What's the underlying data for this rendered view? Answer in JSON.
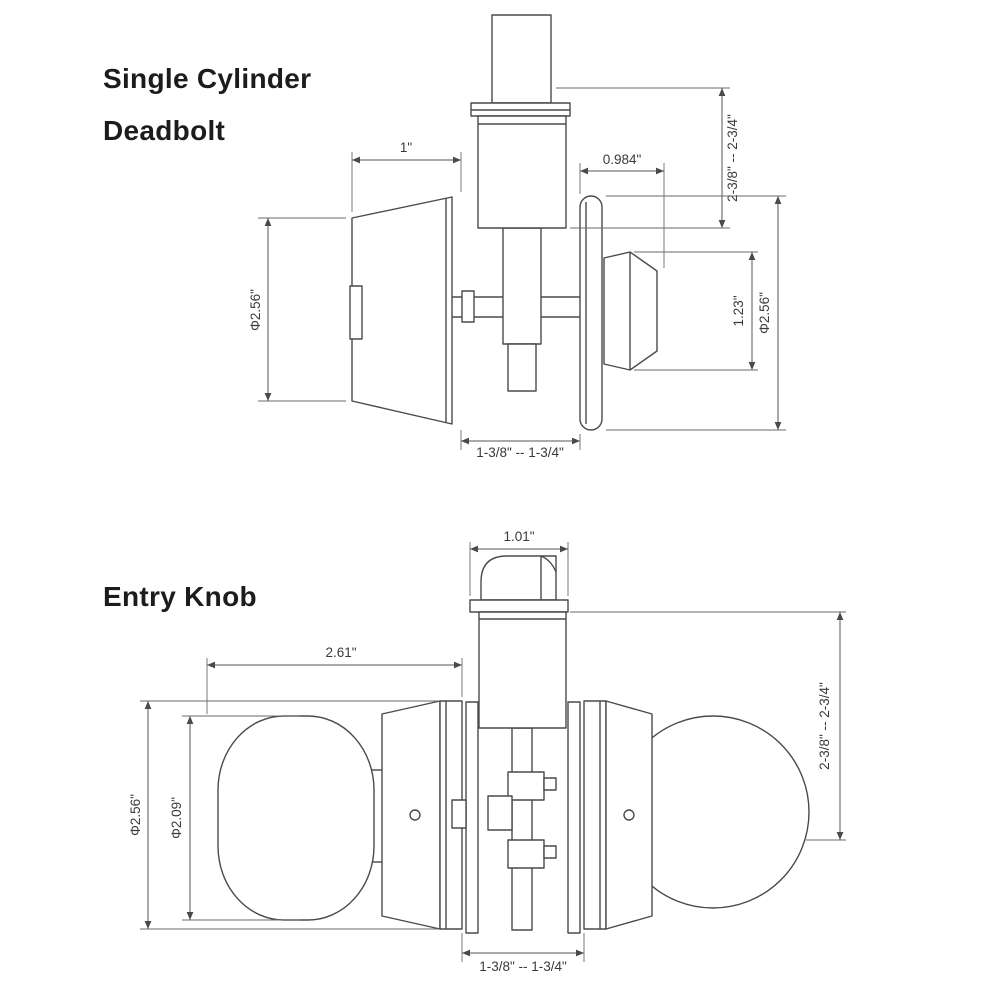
{
  "deadbolt": {
    "title_line1": "Single Cylinder",
    "title_line2": "Deadbolt",
    "dims": {
      "cylinder_width": "1\"",
      "thumbturn_backset": "0.984\"",
      "fit_range": "2-3/8\" -- 2-3/4\"",
      "thumbturn_length": "1.23\"",
      "interior_rose_diameter": "Φ2.56\"",
      "exterior_rose_diameter": "Φ2.56\"",
      "door_thickness": "1-3/8\" -- 1-3/4\""
    }
  },
  "entry_knob": {
    "title": "Entry Knob",
    "dims": {
      "latch_face_width": "1.01\"",
      "knob_projection": "2.61\"",
      "fit_range": "2-3/8\" -- 2-3/4\"",
      "rose_diameter": "Φ2.56\"",
      "knob_diameter": "Φ2.09\"",
      "door_thickness": "1-3/8\" -- 1-3/4\""
    }
  }
}
